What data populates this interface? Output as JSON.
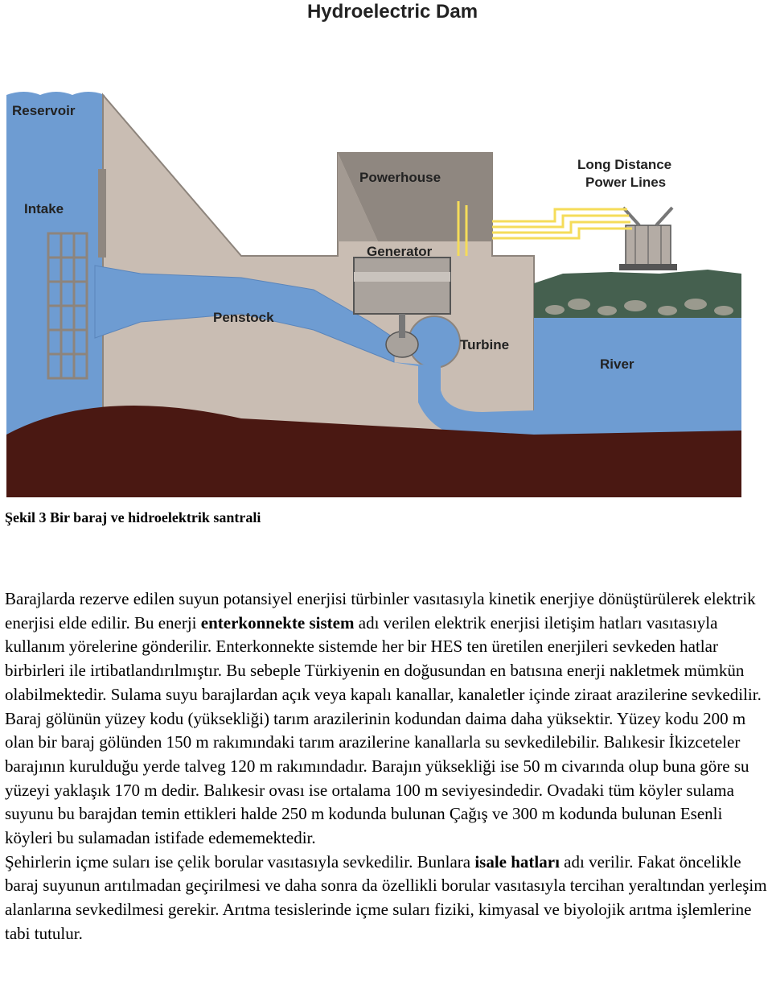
{
  "figure": {
    "title": "Hydroelectric Dam",
    "labels": {
      "reservoir": "Reservoir",
      "intake": "Intake",
      "powerhouse": "Powerhouse",
      "generator": "Generator",
      "long_distance_1": "Long Distance",
      "long_distance_2": "Power Lines",
      "penstock": "Penstock",
      "turbine": "Turbine",
      "river": "River"
    },
    "colors": {
      "water": "#6e9cd2",
      "dam": "#c9bdb3",
      "ground": "#4a1812",
      "powerhouse_shade": "#8f8780",
      "power_lines": "#f5dc5a"
    }
  },
  "caption": "Şekil 3  Bir baraj ve hidroelektrik santrali",
  "paragraph1": {
    "t1": "Barajlarda rezerve edilen suyun potansiyel enerjisi türbinler vasıtasıyla kinetik enerjiye dönüştürülerek elektrik enerjisi elde edilir. Bu enerji ",
    "b1": "enterkonnekte sistem",
    "t2": " adı verilen elektrik enerjisi iletişim hatları vasıtasıyla kullanım yörelerine gönderilir. Enterkonnekte sistemde her bir HES ten üretilen enerjileri sevkeden hatlar birbirleri ile irtibatlandırılmıştır. Bu sebeple Türkiyenin en doğusundan en batısına enerji nakletmek mümkün olabilmektedir. Sulama suyu barajlardan açık veya kapalı kanallar, kanaletler  içinde ziraat arazilerine sevkedilir. Baraj gölünün yüzey kodu (yüksekliği) tarım arazilerinin kodundan daima daha yüksektir. Yüzey kodu 200 m olan bir baraj gölünden 150 m rakımındaki tarım arazilerine kanallarla su sevkedilebilir. Balıkesir İkizceteler barajının kurulduğu yerde talveg 120 m rakımındadır. Barajın yüksekliği ise 50 m civarında olup buna göre su yüzeyi yaklaşık 170 m dedir. Balıkesir ovası ise ortalama 100 m seviyesindedir. Ovadaki tüm köyler sulama suyunu bu barajdan temin ettikleri halde 250 m kodunda bulunan Çağış ve 300 m kodunda bulunan Esenli köyleri bu sulamadan istifade edememektedir."
  },
  "paragraph2": {
    "t1": "Şehirlerin  içme suları ise çelik borular vasıtasıyla sevkedilir. Bunlara ",
    "b1": "isale hatları",
    "t2": " adı verilir. Fakat öncelikle baraj suyunun arıtılmadan geçirilmesi ve daha sonra da özellikli borular vasıtasıyla tercihan yeraltından yerleşim alanlarına sevkedilmesi gerekir. Arıtma tesislerinde içme suları fiziki, kimyasal ve biyolojik arıtma işlemlerine tabi tutulur."
  }
}
